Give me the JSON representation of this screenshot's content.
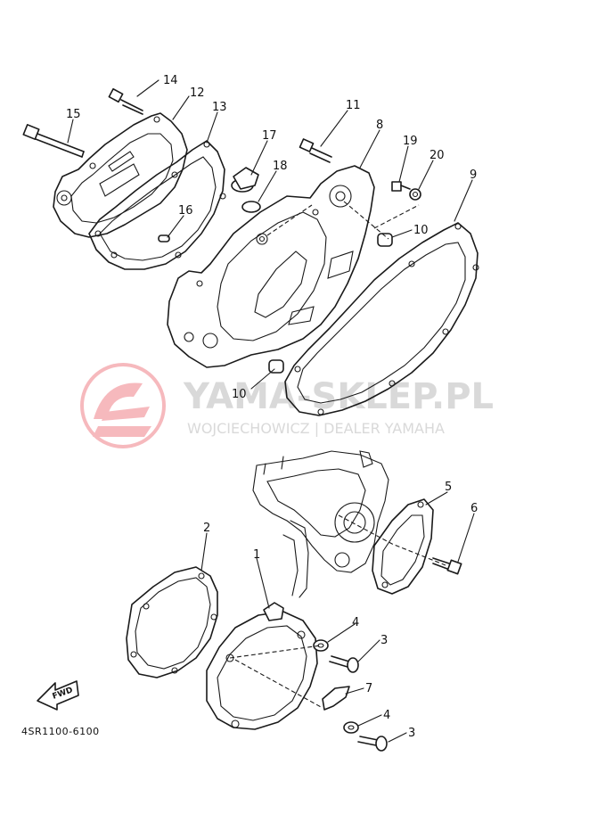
{
  "watermark": {
    "title": "YAMA-SKLEP.PL",
    "subtitle": "WOJCIECHOWICZ | DEALER YAMAHA",
    "logo_color": "#e63946"
  },
  "diagram_code": "4SR1100-6100",
  "fwd_label": "FWD",
  "callouts": {
    "c1": "1",
    "c2": "2",
    "c3a": "3",
    "c3b": "3",
    "c4a": "4",
    "c4b": "4",
    "c5": "5",
    "c6": "6",
    "c7": "7",
    "c8": "8",
    "c9": "9",
    "c10a": "10",
    "c10b": "10",
    "c11": "11",
    "c12": "12",
    "c13": "13",
    "c14": "14",
    "c15": "15",
    "c16": "16",
    "c17": "17",
    "c18": "18",
    "c19": "19",
    "c20": "20"
  }
}
